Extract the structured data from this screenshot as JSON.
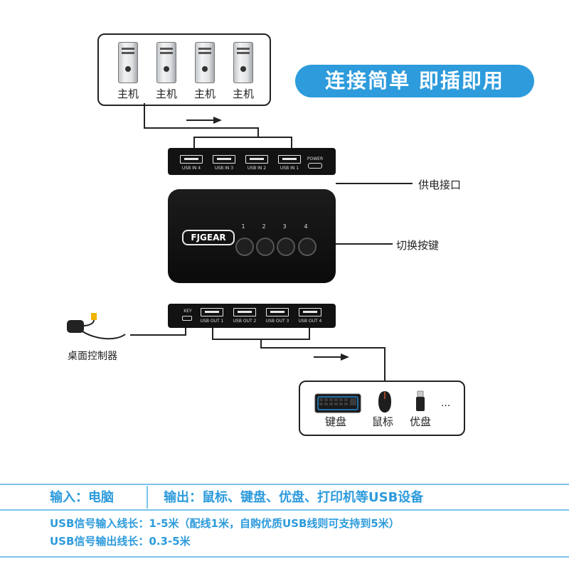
{
  "hosts": {
    "items": [
      "主机",
      "主机",
      "主机",
      "主机"
    ]
  },
  "headline": "连接简单 即插即用",
  "switch_back": {
    "ports": [
      "USB IN 4",
      "USB IN 3",
      "USB IN 2",
      "USB IN 1"
    ],
    "power": "POWER",
    "callout": "供电接口"
  },
  "switch_top": {
    "brand": "FJGEAR",
    "buttons": [
      "1",
      "2",
      "3",
      "4"
    ],
    "callout": "切换按键"
  },
  "switch_front": {
    "key": "KEY",
    "ports": [
      "USB OUT 1",
      "USB OUT 2",
      "USB OUT 3",
      "USB OUT 4"
    ]
  },
  "controller": {
    "label": "桌面控制器"
  },
  "peripherals": {
    "items": [
      "键盘",
      "鼠标",
      "优盘"
    ],
    "more": "..."
  },
  "info": {
    "input": "输入：电脑",
    "output": "输出：鼠标、键盘、优盘、打印机等USB设备",
    "spec_in": "USB信号输入线长：1-5米（配线1米，自购优质USB线则可支持到5米）",
    "spec_out": "USB信号输出线长：0.3-5米"
  },
  "colors": {
    "accent": "#2d9bdc",
    "device": "#121212"
  }
}
